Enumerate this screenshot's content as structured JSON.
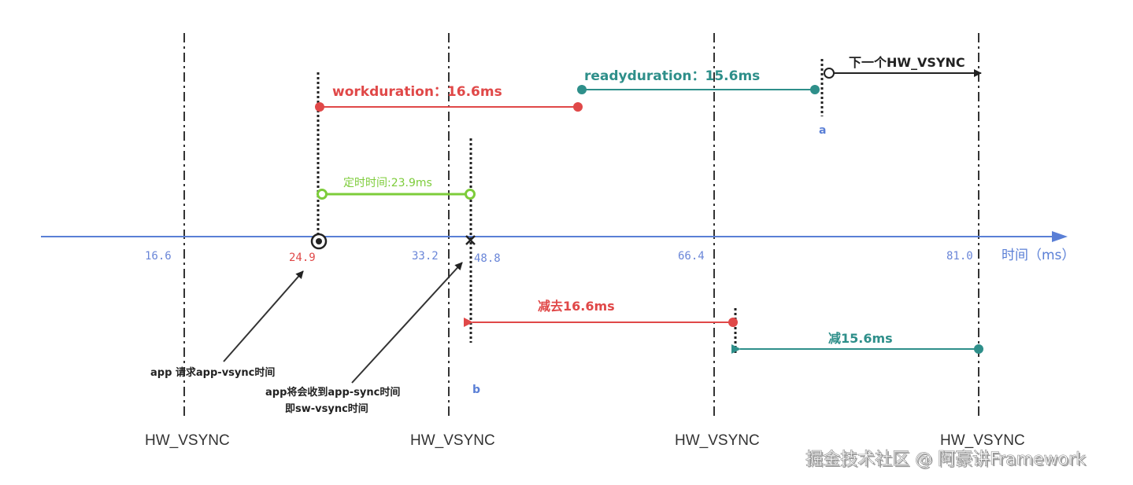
{
  "colors": {
    "axis": "#5a7fd6",
    "red": "#e04848",
    "teal": "#2e8f8a",
    "green": "#7dcc3a",
    "black": "#222222",
    "blue_label": "#6a86d8",
    "watermark_shadow": "#555555"
  },
  "axis": {
    "label": "时间（ms）",
    "ticks": [
      "16.6",
      "24.9",
      "33.2",
      "48.8",
      "66.4",
      "81.0"
    ]
  },
  "vsync_label": "HW_VSYNC",
  "segments": {
    "work_duration": "workduration：16.6ms",
    "ready_duration": "readyduration：15.6ms",
    "next_vsync": "下一个HW_VSYNC",
    "timer": "定时时间:23.9ms",
    "minus_work": "减去16.6ms",
    "minus_ready": "减15.6ms"
  },
  "markers": {
    "a": "a",
    "b": "b"
  },
  "annotations": {
    "request": "app 请求app-vsync时间",
    "receive_line1": "app将会收到app-sync时间",
    "receive_line2": "即sw-vsync时间"
  },
  "watermark": "掘金技术社区 @ 阿豪讲Framework"
}
